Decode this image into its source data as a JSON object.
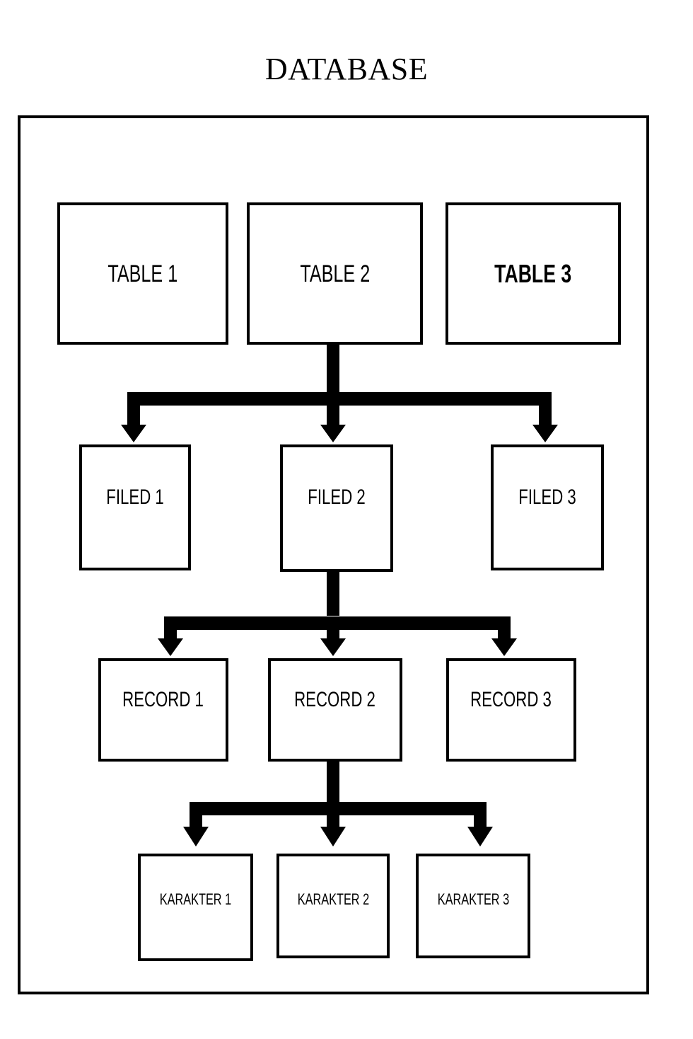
{
  "title": "DATABASE",
  "diagram": {
    "type": "hierarchy-flowchart",
    "container_label": "database-container",
    "levels": [
      {
        "name": "table",
        "nodes": [
          {
            "label": "TABLE 1",
            "emphasis": "normal"
          },
          {
            "label": "TABLE 2",
            "emphasis": "normal"
          },
          {
            "label": "TABLE 3",
            "emphasis": "bold"
          }
        ]
      },
      {
        "name": "filed",
        "nodes": [
          {
            "label": "FILED 1",
            "emphasis": "normal"
          },
          {
            "label": "FILED 2",
            "emphasis": "normal"
          },
          {
            "label": "FILED 3",
            "emphasis": "normal"
          }
        ]
      },
      {
        "name": "record",
        "nodes": [
          {
            "label": "RECORD 1",
            "emphasis": "normal"
          },
          {
            "label": "RECORD 2",
            "emphasis": "normal"
          },
          {
            "label": "RECORD 3",
            "emphasis": "normal"
          }
        ]
      },
      {
        "name": "karakter",
        "nodes": [
          {
            "label": "KARAKTER 1",
            "emphasis": "normal"
          },
          {
            "label": "KARAKTER 2",
            "emphasis": "normal"
          },
          {
            "label": "KARAKTER 3",
            "emphasis": "normal"
          }
        ]
      }
    ],
    "connectors": [
      {
        "from": "TABLE 2",
        "to": [
          "FILED 1",
          "FILED 2",
          "FILED 3"
        ],
        "style": "thick-fork-down"
      },
      {
        "from": "FILED 2",
        "to": [
          "RECORD 1",
          "RECORD 2",
          "RECORD 3"
        ],
        "style": "thick-fork-down"
      },
      {
        "from": "RECORD 2",
        "to": [
          "KARAKTER 1",
          "KARAKTER 2",
          "KARAKTER 3"
        ],
        "style": "thick-fork-down"
      }
    ]
  },
  "colors": {
    "stroke": "#000000",
    "background": "#ffffff",
    "text": "#000000"
  }
}
